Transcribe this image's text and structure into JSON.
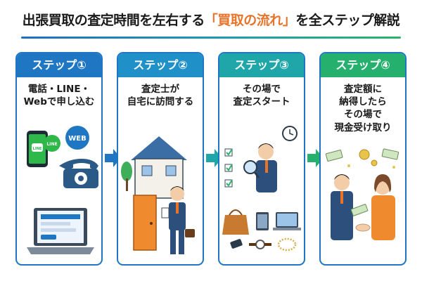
{
  "title": {
    "prefix": "出張買取の査定時間を左右する",
    "highlight": "「買取の流れ」",
    "suffix": "を全ステップ解説"
  },
  "colors": {
    "accent_orange": "#e8742a",
    "step1": "#1f77c4",
    "step2": "#1f90c8",
    "step3": "#1fa6a8",
    "step4": "#26b06e",
    "border": "#1f77c4"
  },
  "steps": [
    {
      "label": "ステップ①",
      "text": "電話・LINE・\nWebで申し込む"
    },
    {
      "label": "ステップ②",
      "text": "査定士が\n自宅に訪問する"
    },
    {
      "label": "ステップ③",
      "text": "その場で\n査定スタート"
    },
    {
      "label": "ステップ④",
      "text": "査定額に\n納得したら\nその場で\n現金受け取り"
    }
  ],
  "art": {
    "web_badge": "WEB",
    "line_badge": "LINE"
  }
}
